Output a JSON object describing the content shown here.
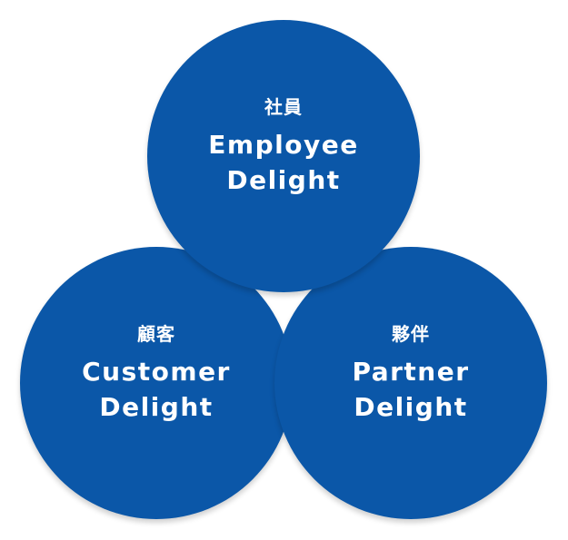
{
  "circles": {
    "employee": {
      "jp": "社員",
      "line1": "Employee",
      "line2": "Delight"
    },
    "customer": {
      "jp": "顧客",
      "line1": "Customer",
      "line2": "Delight"
    },
    "partner": {
      "jp": "夥伴",
      "line1": "Partner",
      "line2": "Delight"
    }
  },
  "colors": {
    "circle_fill": "#0b57a8",
    "text": "#ffffff",
    "background": "#ffffff"
  }
}
